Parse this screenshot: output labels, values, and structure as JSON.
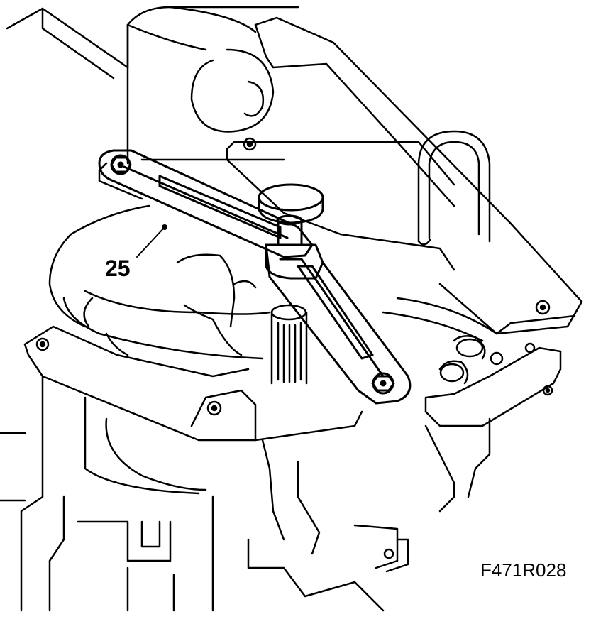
{
  "diagram": {
    "callouts": [
      {
        "label": "25",
        "refers_to": "holding-tool"
      }
    ],
    "figure_code": "F471R028"
  }
}
